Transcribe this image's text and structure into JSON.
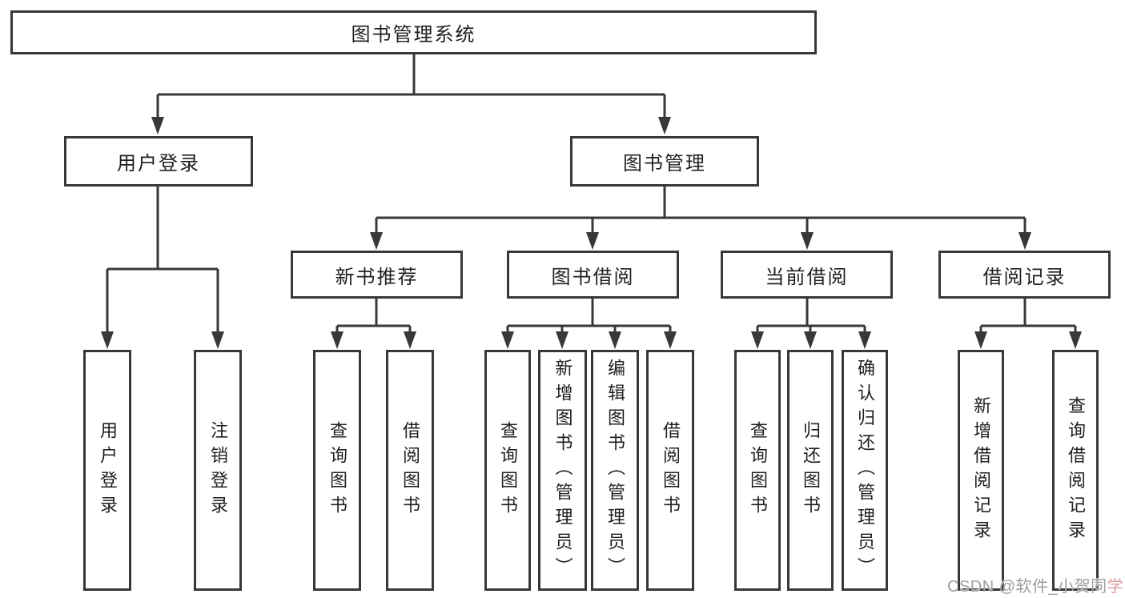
{
  "root": {
    "label": "图书管理系统"
  },
  "branches": {
    "user": {
      "label": "用户登录",
      "children": [
        "用户登录",
        "注销登录"
      ]
    },
    "book": {
      "label": "图书管理",
      "sections": [
        {
          "label": "新书推荐",
          "children": [
            "查询图书",
            "借阅图书"
          ]
        },
        {
          "label": "图书借阅",
          "children": [
            "查询图书",
            "新增图书（管理员）",
            "编辑图书（管理员）",
            "借阅图书"
          ]
        },
        {
          "label": "当前借阅",
          "children": [
            "查询图书",
            "归还图书",
            "确认归还（管理员）"
          ]
        },
        {
          "label": "借阅记录",
          "children": [
            "新增借阅记录",
            "查询借阅记录"
          ]
        }
      ]
    }
  },
  "watermark": {
    "text": "CSDN @软件_小贺同学",
    "prefix": "CSDN @软件_小贺同",
    "accent_char": "学"
  },
  "colors": {
    "line": "#383838",
    "box_border": "#383838",
    "box_fill": "#ffffff",
    "text": "#1f1f1f",
    "watermark_gray": "#9e9e9e",
    "watermark_accent": "#dc9a9a",
    "background": "#ffffff"
  }
}
